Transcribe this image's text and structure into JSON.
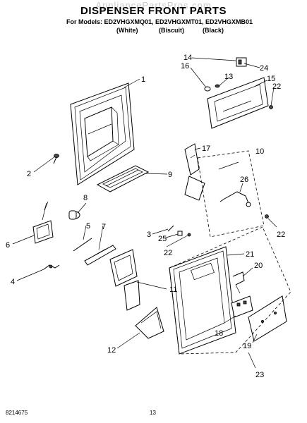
{
  "header": {
    "watermark": "AppliancePartsPros.com",
    "title": "DISPENSER FRONT PARTS",
    "models_line": "For Models: ED2VHGXMQ01, ED2VHGXMT01, ED2VHGXMB01",
    "variants": [
      "(White)",
      "(Biscuit)",
      "(Black)"
    ]
  },
  "callouts": [
    "1",
    "2",
    "3",
    "4",
    "5",
    "6",
    "7",
    "8",
    "9",
    "10",
    "11",
    "12",
    "13",
    "14",
    "15",
    "16",
    "17",
    "18",
    "19",
    "20",
    "21",
    "22",
    "22",
    "22",
    "23",
    "24",
    "25",
    "26"
  ],
  "footer": {
    "part_number": "8214675",
    "page": "13"
  }
}
